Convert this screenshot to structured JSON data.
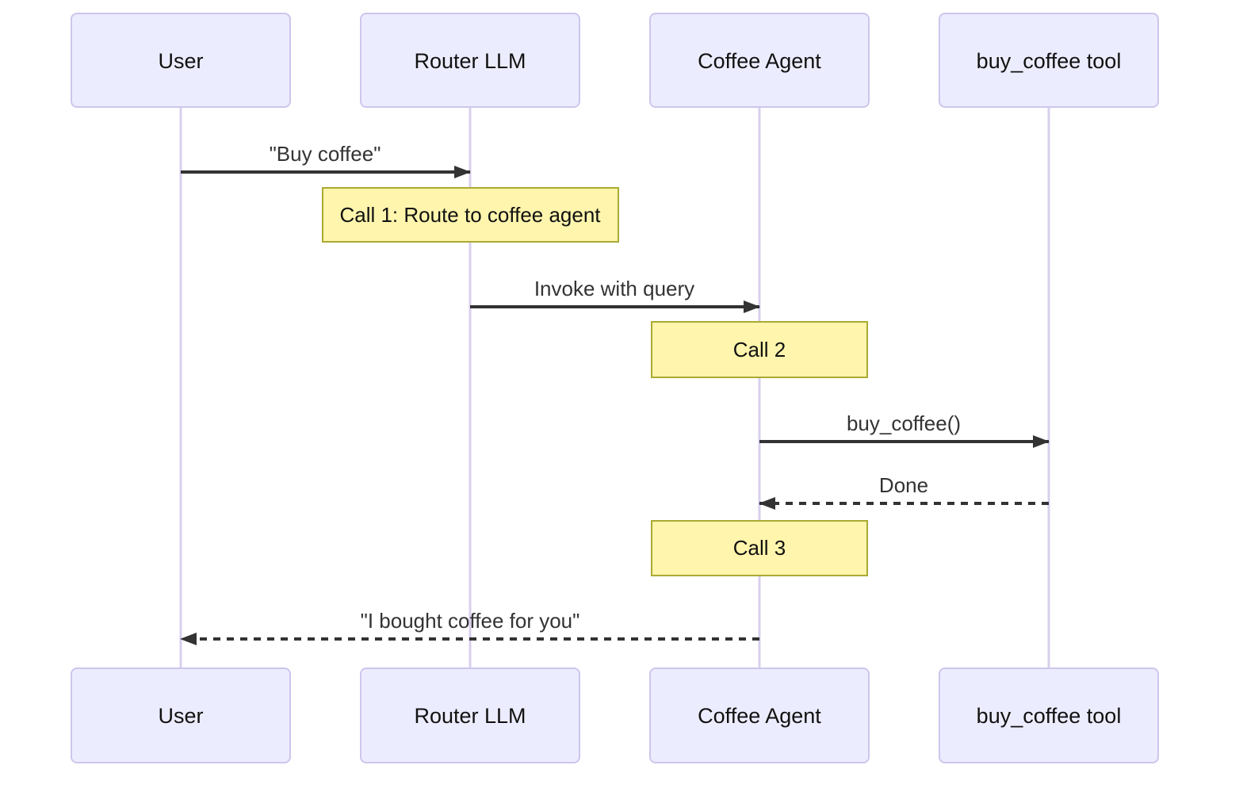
{
  "diagram": {
    "type": "sequence-diagram",
    "background_color": "#ffffff",
    "colors": {
      "actor_fill": "#ECECFF",
      "actor_border": "#cdc6ec",
      "lifeline": "#d8cfee",
      "arrow": "#333333",
      "message_text": "#333333",
      "note_fill": "#fff5ad",
      "note_border": "#aaaa33",
      "note_text": "#111111"
    },
    "participants": [
      {
        "name": "User"
      },
      {
        "name": "Router LLM"
      },
      {
        "name": "Coffee Agent"
      },
      {
        "name": "buy_coffee tool"
      }
    ],
    "messages": [
      {
        "from": "User",
        "to": "Router LLM",
        "label": "\"Buy coffee\"",
        "line_style": "solid"
      },
      {
        "from": "Router LLM",
        "to": "Coffee Agent",
        "label": "Invoke with query",
        "line_style": "solid"
      },
      {
        "from": "Coffee Agent",
        "to": "buy_coffee tool",
        "label": "buy_coffee()",
        "line_style": "solid"
      },
      {
        "from": "buy_coffee tool",
        "to": "Coffee Agent",
        "label": "Done",
        "line_style": "dashed"
      },
      {
        "from": "Coffee Agent",
        "to": "User",
        "label": "\"I bought coffee for you\"",
        "line_style": "dashed"
      }
    ],
    "notes": [
      {
        "over": "Router LLM",
        "label": "Call 1: Route to coffee agent"
      },
      {
        "over": "Coffee Agent",
        "label": "Call 2"
      },
      {
        "over": "Coffee Agent",
        "label": "Call 3"
      }
    ]
  }
}
